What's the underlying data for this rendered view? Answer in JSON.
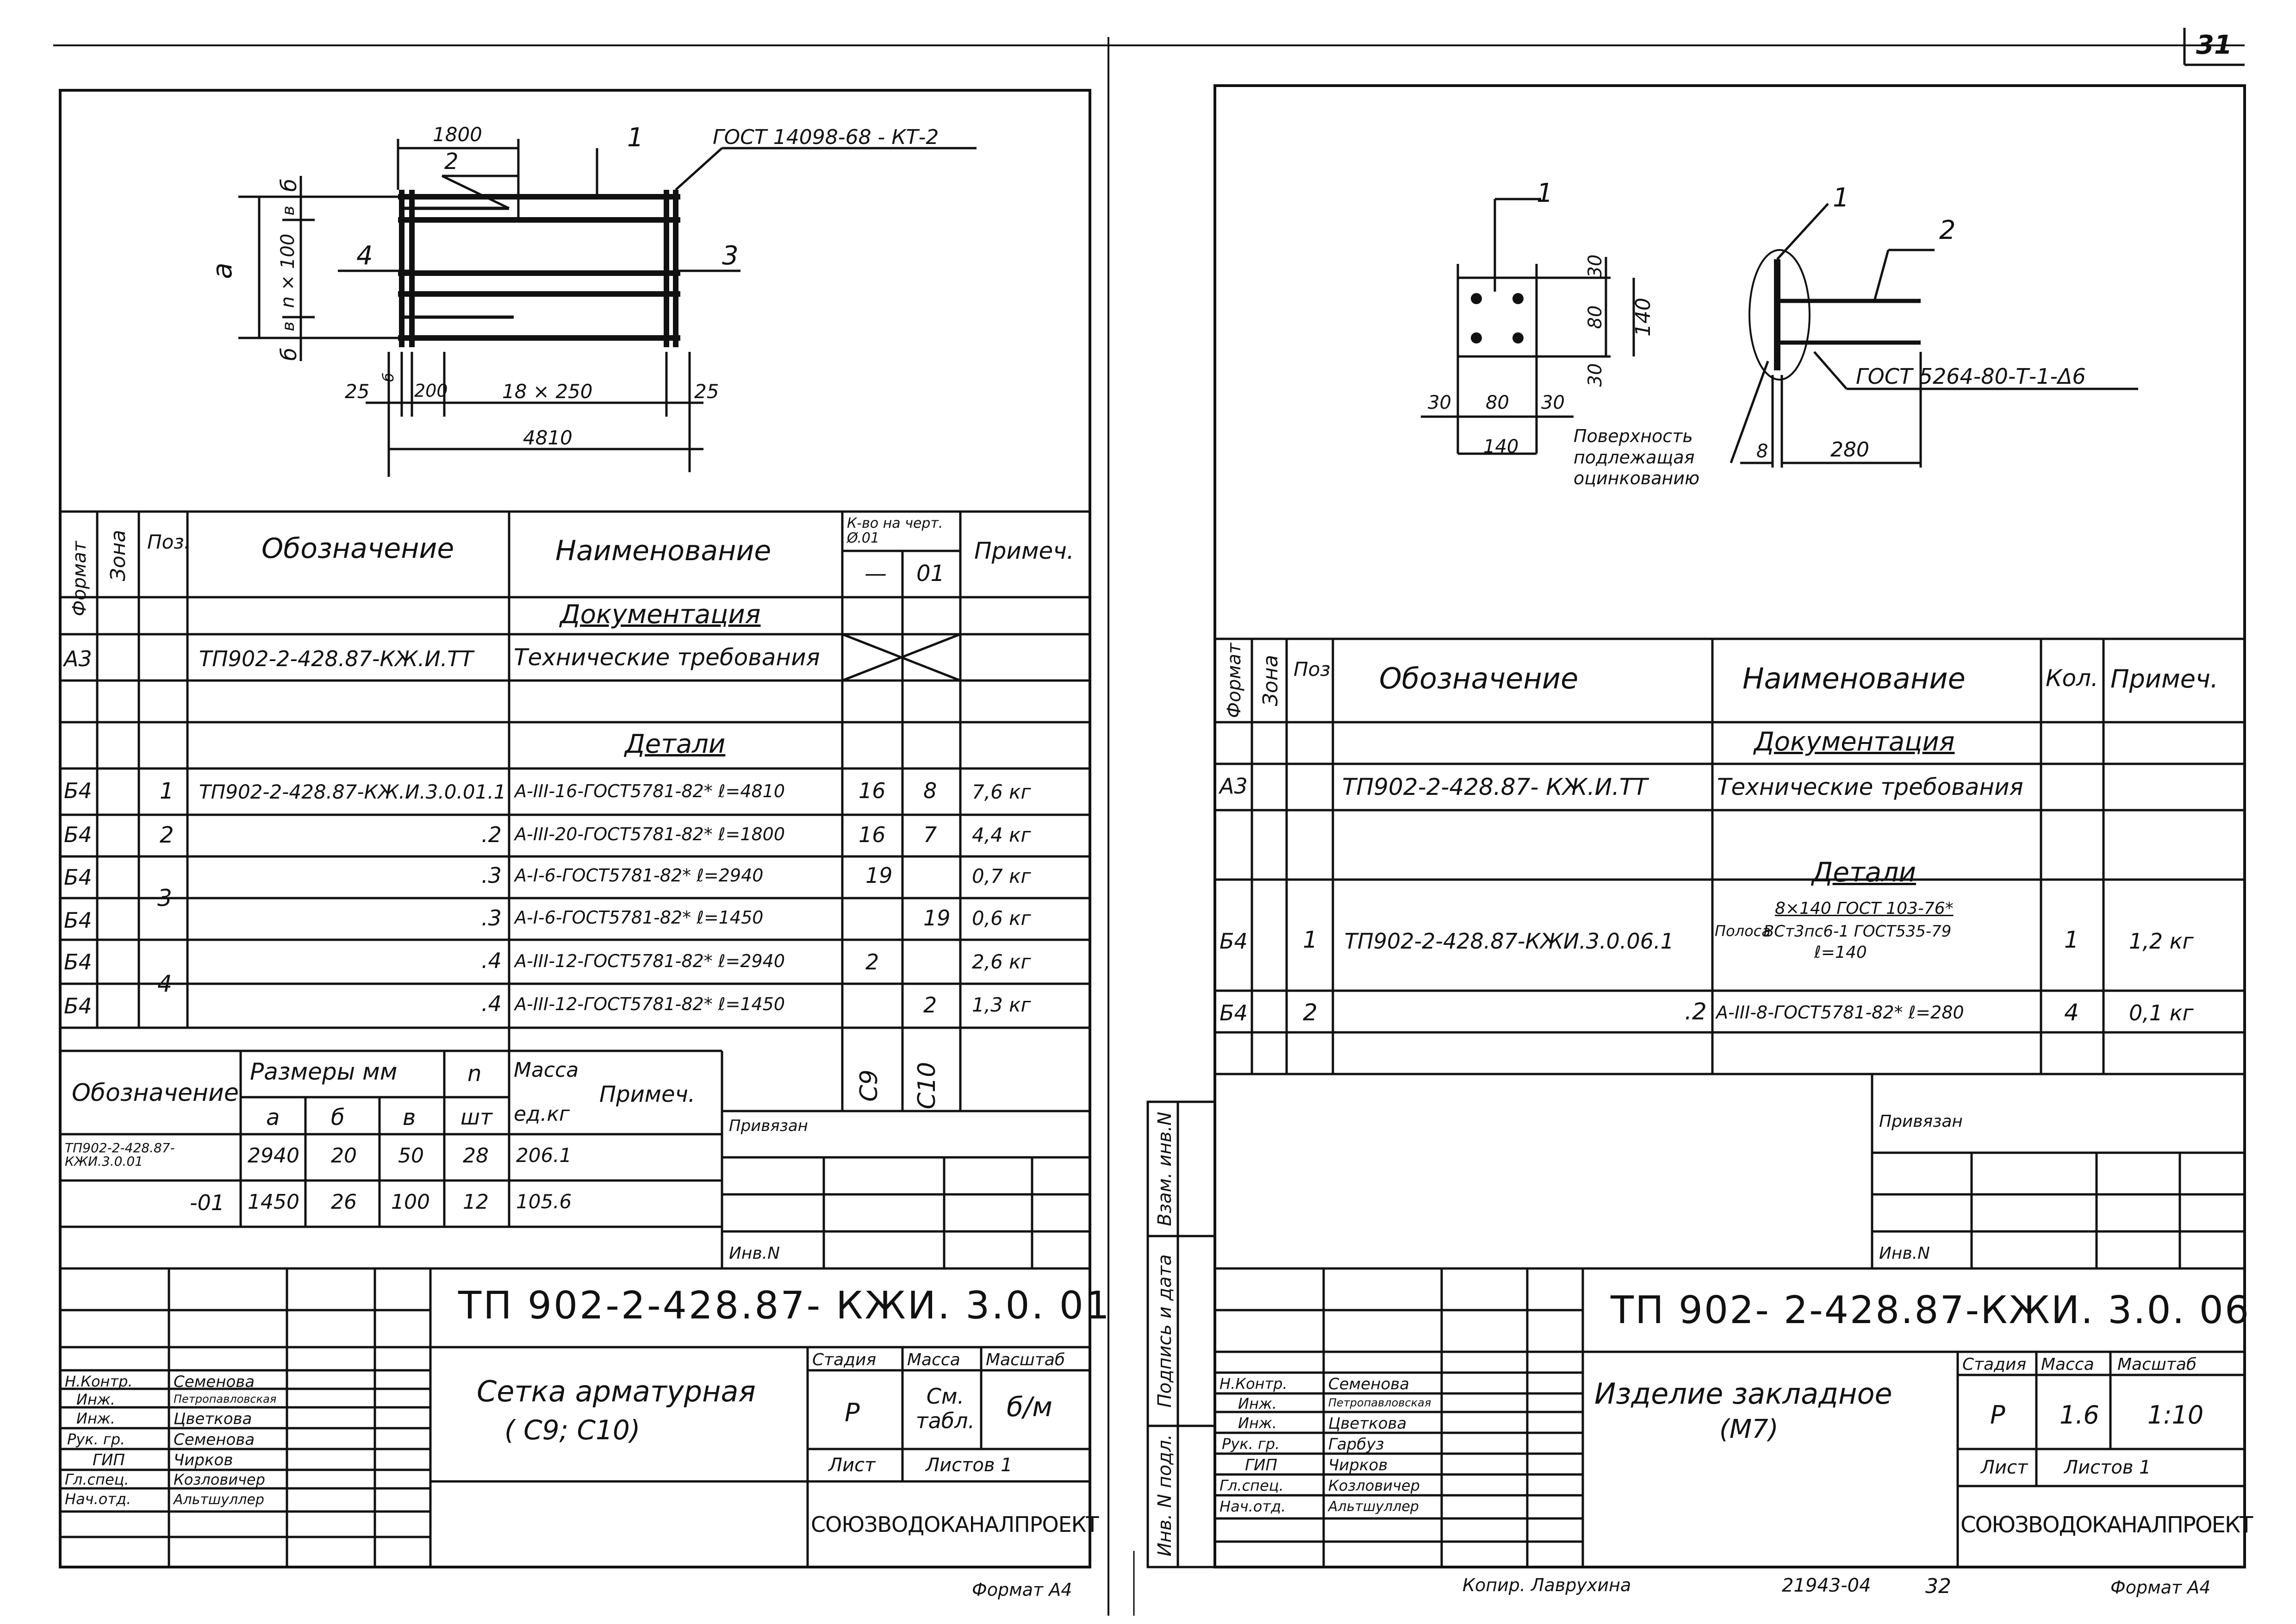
{
  "page_number": "31",
  "left_sheet": {
    "dimensions": {
      "top": "1800",
      "total": "4810",
      "left_offset": "25",
      "gap": "200",
      "pitch": "18 × 250",
      "right_offset": "25",
      "height_var": "a",
      "vert_b": "б",
      "vert_v": "в",
      "n_label": "n × 100"
    },
    "callouts": {
      "c1": "1",
      "c2": "2",
      "c3": "3",
      "c4": "4",
      "gost": "ГОСТ 14098-68 - КТ-2"
    },
    "spec": {
      "headers": {
        "format": "Формат",
        "zone": "Зона",
        "pos": "Поз.",
        "designation": "Обозначение",
        "name": "Наименование",
        "qty": "К-во на черт. Ø.01",
        "qty_a": "—",
        "qty_b": "01",
        "note": "Примеч."
      },
      "section_docs": "Документация",
      "section_details": "Детали",
      "rows": [
        {
          "fmt": "А3",
          "pos": "",
          "des": "ТП902-2-428.87-КЖ.И.ТТ",
          "name": "Технические требования",
          "q1": "",
          "q2": "",
          "note": ""
        },
        {
          "fmt": "Б4",
          "pos": "1",
          "des": "ТП902-2-428.87-КЖ.И.3.0.01.1",
          "name": "A-III-16-ГОСТ5781-82* ℓ=4810",
          "q1": "16",
          "q2": "8",
          "note": "7,6 кг"
        },
        {
          "fmt": "Б4",
          "pos": "2",
          "des": ".2",
          "name": "A-III-20-ГОСТ5781-82* ℓ=1800",
          "q1": "16",
          "q2": "7",
          "note": "4,4 кг"
        },
        {
          "fmt": "Б4",
          "pos": "3",
          "des": ".3",
          "name": "A-I-6-ГОСТ5781-82* ℓ=2940",
          "q1": "19",
          "q2": "",
          "note": "0,7 кг"
        },
        {
          "fmt": "Б4",
          "pos": "",
          "des": ".3",
          "name": "A-I-6-ГОСТ5781-82* ℓ=1450",
          "q1": "",
          "q2": "19",
          "note": "0,6 кг"
        },
        {
          "fmt": "Б4",
          "pos": "4",
          "des": ".4",
          "name": "A-III-12-ГОСТ5781-82* ℓ=2940",
          "q1": "2",
          "q2": "",
          "note": "2,6 кг"
        },
        {
          "fmt": "Б4",
          "pos": "",
          "des": ".4",
          "name": "A-III-12-ГОСТ5781-82* ℓ=1450",
          "q1": "",
          "q2": "2",
          "note": "1,3 кг"
        }
      ],
      "col_marks": {
        "a": "С9",
        "b": "С10"
      }
    },
    "dim_table": {
      "headers": {
        "designation": "Обозначение",
        "sizes": "Размеры мм",
        "a": "а",
        "b": "б",
        "v": "в",
        "n": "n",
        "n_unit": "шт",
        "mass": "Масса",
        "mass_unit": "ед.кг",
        "note": "Примеч."
      },
      "rows": [
        {
          "des": "ТП902-2-428.87-КЖИ.3.0.01",
          "a": "2940",
          "b": "20",
          "v": "50",
          "n": "28",
          "mass": "206.1"
        },
        {
          "des": "-01",
          "a": "1450",
          "b": "26",
          "v": "100",
          "n": "12",
          "mass": "105.6"
        }
      ]
    },
    "bound_label": "Привязан",
    "inv_label": "Инв.N",
    "title_block": {
      "code": "ТП 902-2-428.87- КЖИ. 3.0. 01",
      "title": "Сетка арматурная",
      "subtitle": "( С9; С10)",
      "stage_label": "Стадия",
      "mass_label": "Масса",
      "scale_label": "Масштаб",
      "stage": "Р",
      "mass": "См. табл.",
      "scale": "б/м",
      "sheet_label": "Лист",
      "sheets_label": "Листов 1",
      "org": "СОЮЗВОДОКАНАЛПРОЕКТ",
      "signers": [
        {
          "role": "Н.Контр.",
          "name": "Семенова"
        },
        {
          "role": "Инж.",
          "name": "Петропавловская"
        },
        {
          "role": "Инж.",
          "name": "Цветкова"
        },
        {
          "role": "Рук. гр.",
          "name": "Семенова"
        },
        {
          "role": "ГИП",
          "name": "Чирков"
        },
        {
          "role": "Гл.спец.",
          "name": "Козловичер"
        },
        {
          "role": "Нач.отд.",
          "name": "Альтшуллер"
        }
      ]
    },
    "format": "Формат А4"
  },
  "right_sheet": {
    "dimensions": {
      "d30a": "30",
      "d80a": "80",
      "d30b": "30",
      "d140v": "140",
      "h30a": "30",
      "h80": "80",
      "h30b": "30",
      "h140": "140",
      "d8": "8",
      "d280": "280"
    },
    "callouts": {
      "c1a": "1",
      "c1b": "1",
      "c2": "2",
      "gost": "ГОСТ 5264-80-Т-1-Δ6",
      "zinc_note": "Поверхность подлежащая оцинкованию"
    },
    "spec": {
      "headers": {
        "format": "Формат",
        "zone": "Зона",
        "pos": "Поз.",
        "designation": "Обозначение",
        "name": "Наименование",
        "qty": "Кол.",
        "note": "Примеч."
      },
      "section_docs": "Документация",
      "section_details": "Детали",
      "rows": [
        {
          "fmt": "А3",
          "pos": "",
          "des": "ТП902-2-428.87- КЖ.И.ТТ",
          "name": "Технические требования",
          "qty": "",
          "note": ""
        },
        {
          "fmt": "Б4",
          "pos": "1",
          "des": "ТП902-2-428.87-КЖИ.3.0.06.1",
          "name_prefix": "Полоса",
          "name_top": "8×140 ГОСТ 103-76*",
          "name_mid": "ВСт3пс6-1 ГОСТ535-79",
          "name_bot": "ℓ=140",
          "qty": "1",
          "note": "1,2 кг"
        },
        {
          "fmt": "Б4",
          "pos": "2",
          "des": ".2",
          "name": "A-III-8-ГОСТ5781-82* ℓ=280",
          "qty": "4",
          "note": "0,1 кг"
        }
      ]
    },
    "bound_label": "Привязан",
    "inv_label": "Инв.N",
    "side_labels": {
      "s1": "Взам. инв.N",
      "s2": "Подпись и дата",
      "s3": "Инв. N подл."
    },
    "title_block": {
      "code": "ТП 902- 2-428.87-КЖИ. 3.0. 06",
      "title": "Изделие закладное",
      "subtitle": "(М7)",
      "stage_label": "Стадия",
      "mass_label": "Масса",
      "scale_label": "Масштаб",
      "stage": "Р",
      "mass": "1.6",
      "scale": "1:10",
      "sheet_label": "Лист",
      "sheets_label": "Листов 1",
      "org": "СОЮЗВОДОКАНАЛПРОЕКТ",
      "signers": [
        {
          "role": "Н.Контр.",
          "name": "Семенова"
        },
        {
          "role": "Инж.",
          "name": "Петропавловская"
        },
        {
          "role": "Инж.",
          "name": "Цветкова"
        },
        {
          "role": "Рук. гр.",
          "name": "Гарбуз"
        },
        {
          "role": "ГИП",
          "name": "Чирков"
        },
        {
          "role": "Гл.спец.",
          "name": "Козловичер"
        },
        {
          "role": "Нач.отд.",
          "name": "Альтшуллер"
        }
      ]
    },
    "copied": "Копир. Лаврухина",
    "order_no": "21943-04",
    "page_no": "32",
    "format": "Формат А4"
  }
}
